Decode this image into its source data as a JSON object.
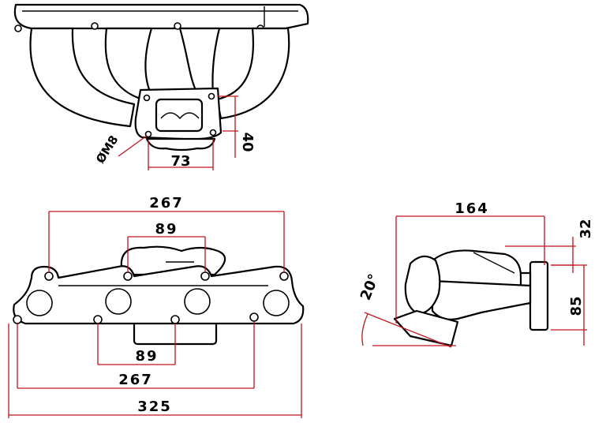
{
  "top_view": {
    "flange_width": "73",
    "flange_height": "40",
    "bolt_size": "ØM8"
  },
  "front_view": {
    "top_bolt_span": "267",
    "turbo_stud_span": "89",
    "bottom_bolt_inner": "89",
    "bottom_bolt_outer": "267",
    "overall_width": "325"
  },
  "side_view": {
    "length": "164",
    "flange_offset": "32",
    "flange_height": "85",
    "angle": "20°"
  }
}
